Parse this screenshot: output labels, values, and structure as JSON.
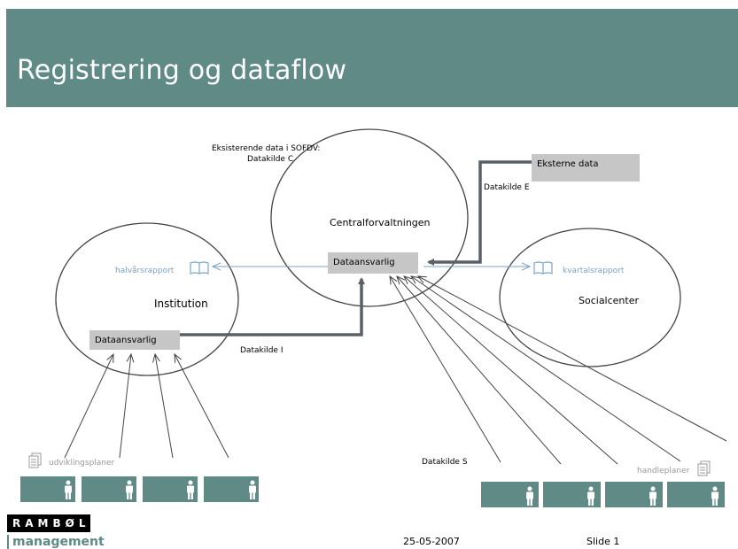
{
  "slide": {
    "title": "Registrering og dataflow",
    "date": "25-05-2007",
    "slide_number": "Slide 1"
  },
  "brand": {
    "top": "RAMBØLL",
    "bottom": "management"
  },
  "nodes": {
    "central": "Centralforvaltningen",
    "institution": "Institution",
    "socialcenter": "Socialcenter",
    "central_box": "Dataansvarlig",
    "institution_box": "Dataansvarlig",
    "external_box": "Eksterne data"
  },
  "labels": {
    "sofdv_line1": "Eksisterende data i SOFDV:",
    "sofdv_line2": "Datakilde C",
    "datakilde_e": "Datakilde E",
    "datakilde_i": "Datakilde I",
    "datakilde_s": "Datakilde S",
    "halvaarsrapport": "halvårsrapport",
    "kvartalsrapport": "kvartalsrapport",
    "udviklingsplaner": "udviklingsplaner",
    "handleplaner": "handleplaner"
  },
  "colors": {
    "teal": "#5f8a85",
    "box_gray": "#c6c6c6",
    "report_blue": "#7ba3c6",
    "arrow_dark": "#5a6066"
  },
  "icons": {
    "report": "book-icon",
    "plans": "document-stack-icon",
    "person": "person-icon"
  }
}
